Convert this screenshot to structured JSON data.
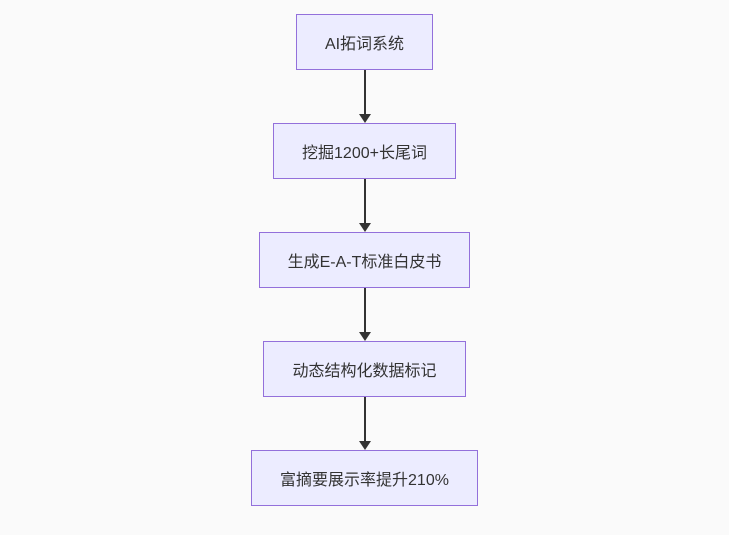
{
  "diagram": {
    "type": "flowchart-vertical",
    "colors": {
      "background": "#fafafa",
      "node_fill": "#ececff",
      "node_border": "#9370db",
      "text": "#333333",
      "arrow": "#333333"
    },
    "nodes": [
      {
        "id": "A",
        "label": "AI拓词系统"
      },
      {
        "id": "B",
        "label": "挖掘1200+长尾词"
      },
      {
        "id": "C",
        "label": "生成E-A-T标准白皮书"
      },
      {
        "id": "D",
        "label": "动态结构化数据标记"
      },
      {
        "id": "E",
        "label": "富摘要展示率提升210%"
      }
    ],
    "edges": [
      {
        "from": "A",
        "to": "B"
      },
      {
        "from": "B",
        "to": "C"
      },
      {
        "from": "C",
        "to": "D"
      },
      {
        "from": "D",
        "to": "E"
      }
    ]
  }
}
